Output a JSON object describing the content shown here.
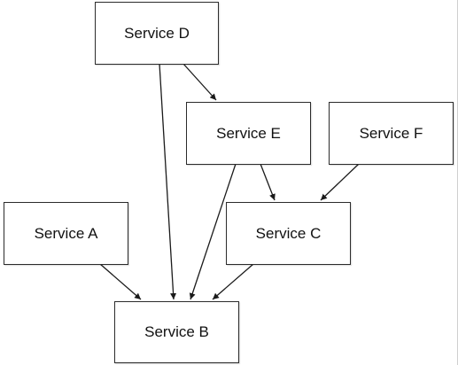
{
  "diagram": {
    "nodes": [
      {
        "id": "D",
        "label": "Service D"
      },
      {
        "id": "E",
        "label": "Service E"
      },
      {
        "id": "F",
        "label": "Service F"
      },
      {
        "id": "A",
        "label": "Service A"
      },
      {
        "id": "C",
        "label": "Service C"
      },
      {
        "id": "B",
        "label": "Service B"
      }
    ],
    "edges": [
      {
        "from": "D",
        "to": "E"
      },
      {
        "from": "D",
        "to": "B"
      },
      {
        "from": "E",
        "to": "C"
      },
      {
        "from": "E",
        "to": "B"
      },
      {
        "from": "F",
        "to": "C"
      },
      {
        "from": "A",
        "to": "B"
      },
      {
        "from": "C",
        "to": "B"
      }
    ],
    "colors": {
      "border": "#2b2b2b",
      "edge": "#1a1a1a",
      "background": "#ffffff"
    }
  }
}
